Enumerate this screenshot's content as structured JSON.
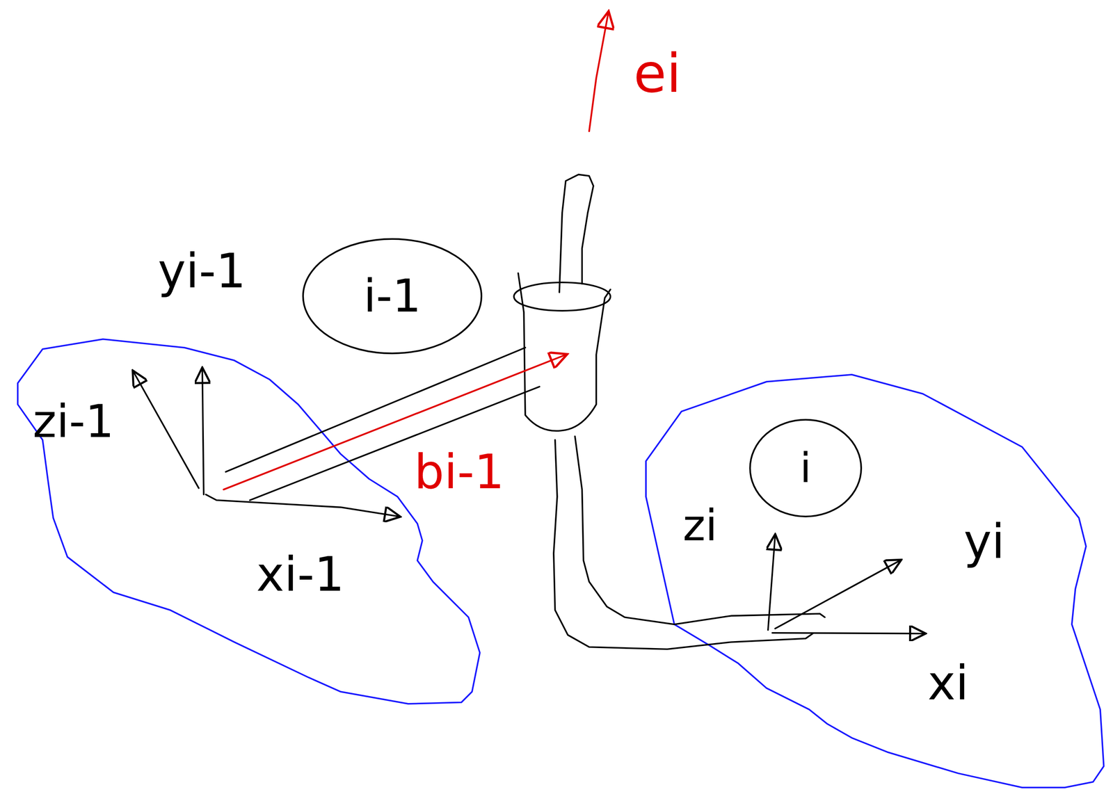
{
  "diagram": {
    "nodes": [
      {
        "text": [
          "i-1"
        ]
      },
      {
        "text": [
          "i"
        ]
      }
    ],
    "labels": [
      "ei",
      "yi-1",
      "zi-1",
      "bi-1",
      "xi-1",
      "zi",
      "yi",
      "xi"
    ]
  }
}
